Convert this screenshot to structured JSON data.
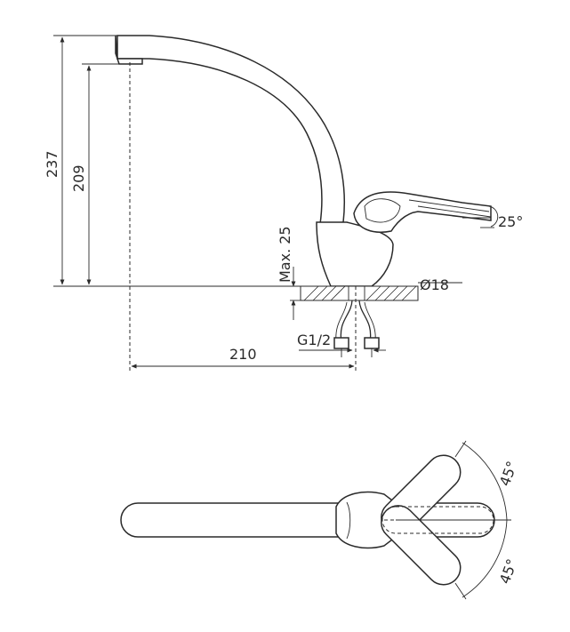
{
  "side_view": {
    "height_total": "237",
    "height_spout": "209",
    "reach": "210",
    "max_thickness": "Max. 25",
    "hole_diameter": "Ø18",
    "thread": "G1/2",
    "handle_angle": "25°"
  },
  "top_view": {
    "angle_upper": "45°",
    "angle_lower": "45°"
  }
}
